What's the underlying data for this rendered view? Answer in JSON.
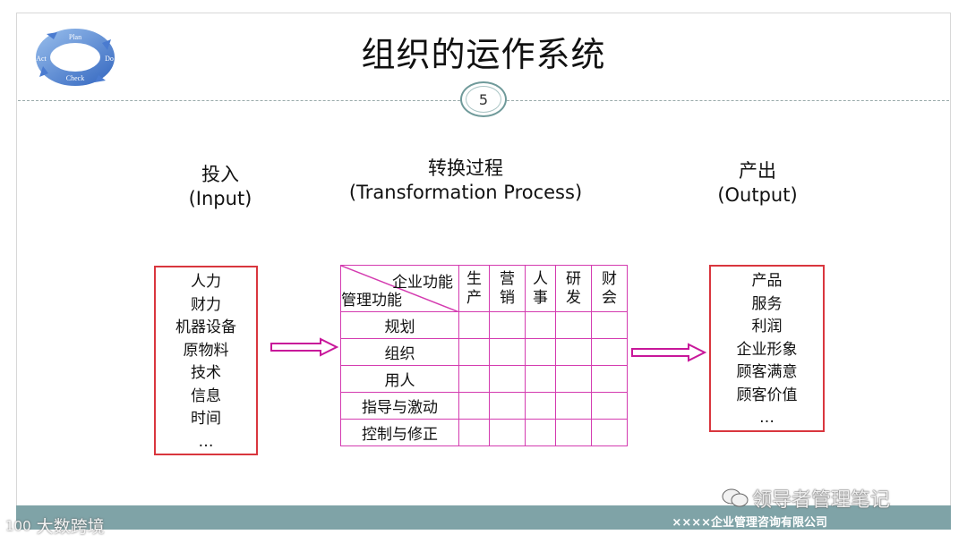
{
  "logo": {
    "words": [
      "Plan",
      "Do",
      "Check",
      "Act"
    ]
  },
  "title": "组织的运作系统",
  "page_number": "5",
  "input": {
    "heading": "投入",
    "heading_en": "(Input)",
    "items": [
      "人力",
      "财力",
      "机器设备",
      "原物料",
      "技术",
      "信息",
      "时间",
      "…"
    ]
  },
  "process": {
    "heading": "转换过程",
    "heading_en": "(Transformation Process)",
    "corner_top": "企业功能",
    "corner_bottom": "管理功能",
    "functions": [
      {
        "line1": "生",
        "line2": "产"
      },
      {
        "line1": "营",
        "line2": "销"
      },
      {
        "line1": "人",
        "line2": "事"
      },
      {
        "line1": "研",
        "line2": "发"
      },
      {
        "line1": "财",
        "line2": "会"
      }
    ],
    "rows": [
      "规划",
      "组织",
      "用人",
      "指导与激动",
      "控制与修正"
    ]
  },
  "output": {
    "heading": "产出",
    "heading_en": "(Output)",
    "items": [
      "产品",
      "服务",
      "利润",
      "企业形象",
      "顾客满意",
      "顾客价值",
      "…"
    ]
  },
  "footer": {
    "company": "××××企业管理咨询有限公司",
    "watermark_right": "领导者管理笔记",
    "watermark_left": "大数跨境",
    "watermark_left_logo": "100"
  },
  "colors": {
    "box_border": "#d9363e",
    "table_border": "#d43bb0",
    "arrow": "#c8179a",
    "footer_bar": "#7fa3a7"
  }
}
